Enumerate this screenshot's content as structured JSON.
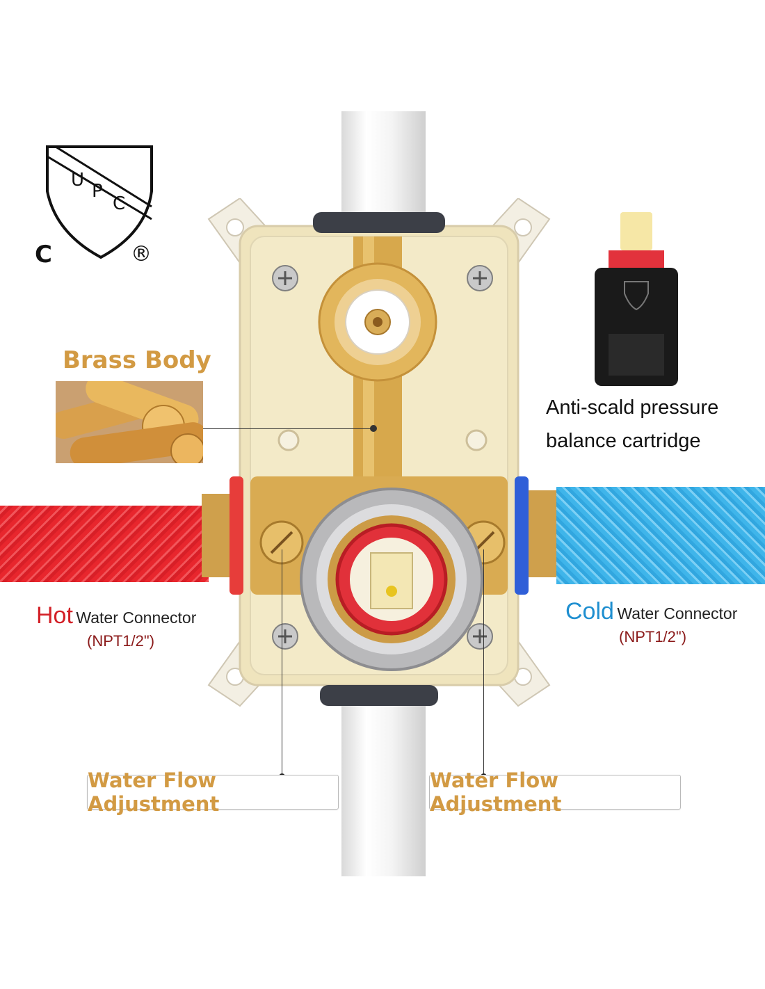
{
  "certification": {
    "badge_letters": "UPC",
    "left_mark": "C",
    "right_mark": "®"
  },
  "labels": {
    "brass_body": "Brass Body",
    "cartridge": "Anti-scald pressure balance cartridge",
    "cartridge_line1": "Anti-scald pressure",
    "cartridge_line2": "balance cartridge",
    "hot": {
      "word": "Hot",
      "text": "Water Connector",
      "size": "(NPT1/2\")"
    },
    "cold": {
      "word": "Cold",
      "text": "Water Connector",
      "size": "(NPT1/2\")"
    },
    "flow_left": "Water Flow Adjustment",
    "flow_right": "Water Flow Adjustment"
  },
  "colors": {
    "accent_gold": "#d29a43",
    "hot_red": "#d32027",
    "cold_blue": "#1f8fd0",
    "npt_dark_red": "#8b1a1a"
  },
  "icons": [
    "upc-shield-icon",
    "registered-mark-icon"
  ]
}
